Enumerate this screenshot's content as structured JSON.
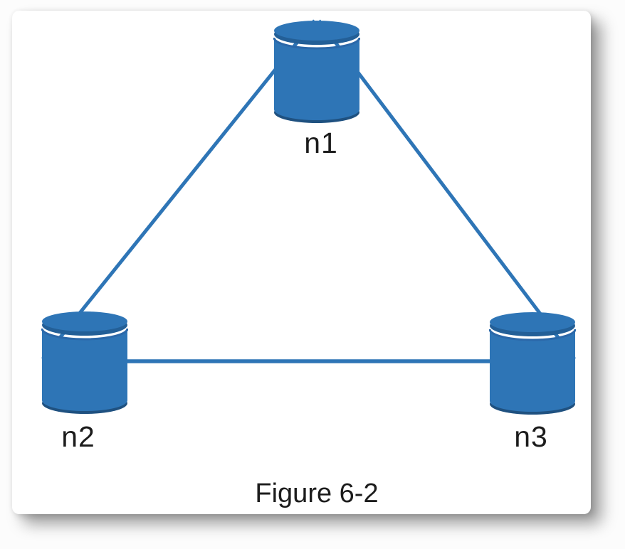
{
  "figure": {
    "type": "network-diagram",
    "caption": "Figure 6-2",
    "nodes": [
      {
        "id": "n1",
        "label": "n1",
        "shape": "database-cylinder",
        "position": "top-center"
      },
      {
        "id": "n2",
        "label": "n2",
        "shape": "database-cylinder",
        "position": "bottom-left"
      },
      {
        "id": "n3",
        "label": "n3",
        "shape": "database-cylinder",
        "position": "bottom-right"
      }
    ],
    "edges": [
      {
        "from": "n1",
        "to": "n2"
      },
      {
        "from": "n1",
        "to": "n3"
      },
      {
        "from": "n2",
        "to": "n3"
      }
    ],
    "colors": {
      "node_fill": "#2e75b6",
      "node_rim_top": "#235f97",
      "node_rim_bottom": "#1f5180",
      "node_top_shade": "#2b68a9",
      "edge": "#2e75b6",
      "label_text": "#1c1c1c",
      "card_background": "#ffffff"
    }
  }
}
